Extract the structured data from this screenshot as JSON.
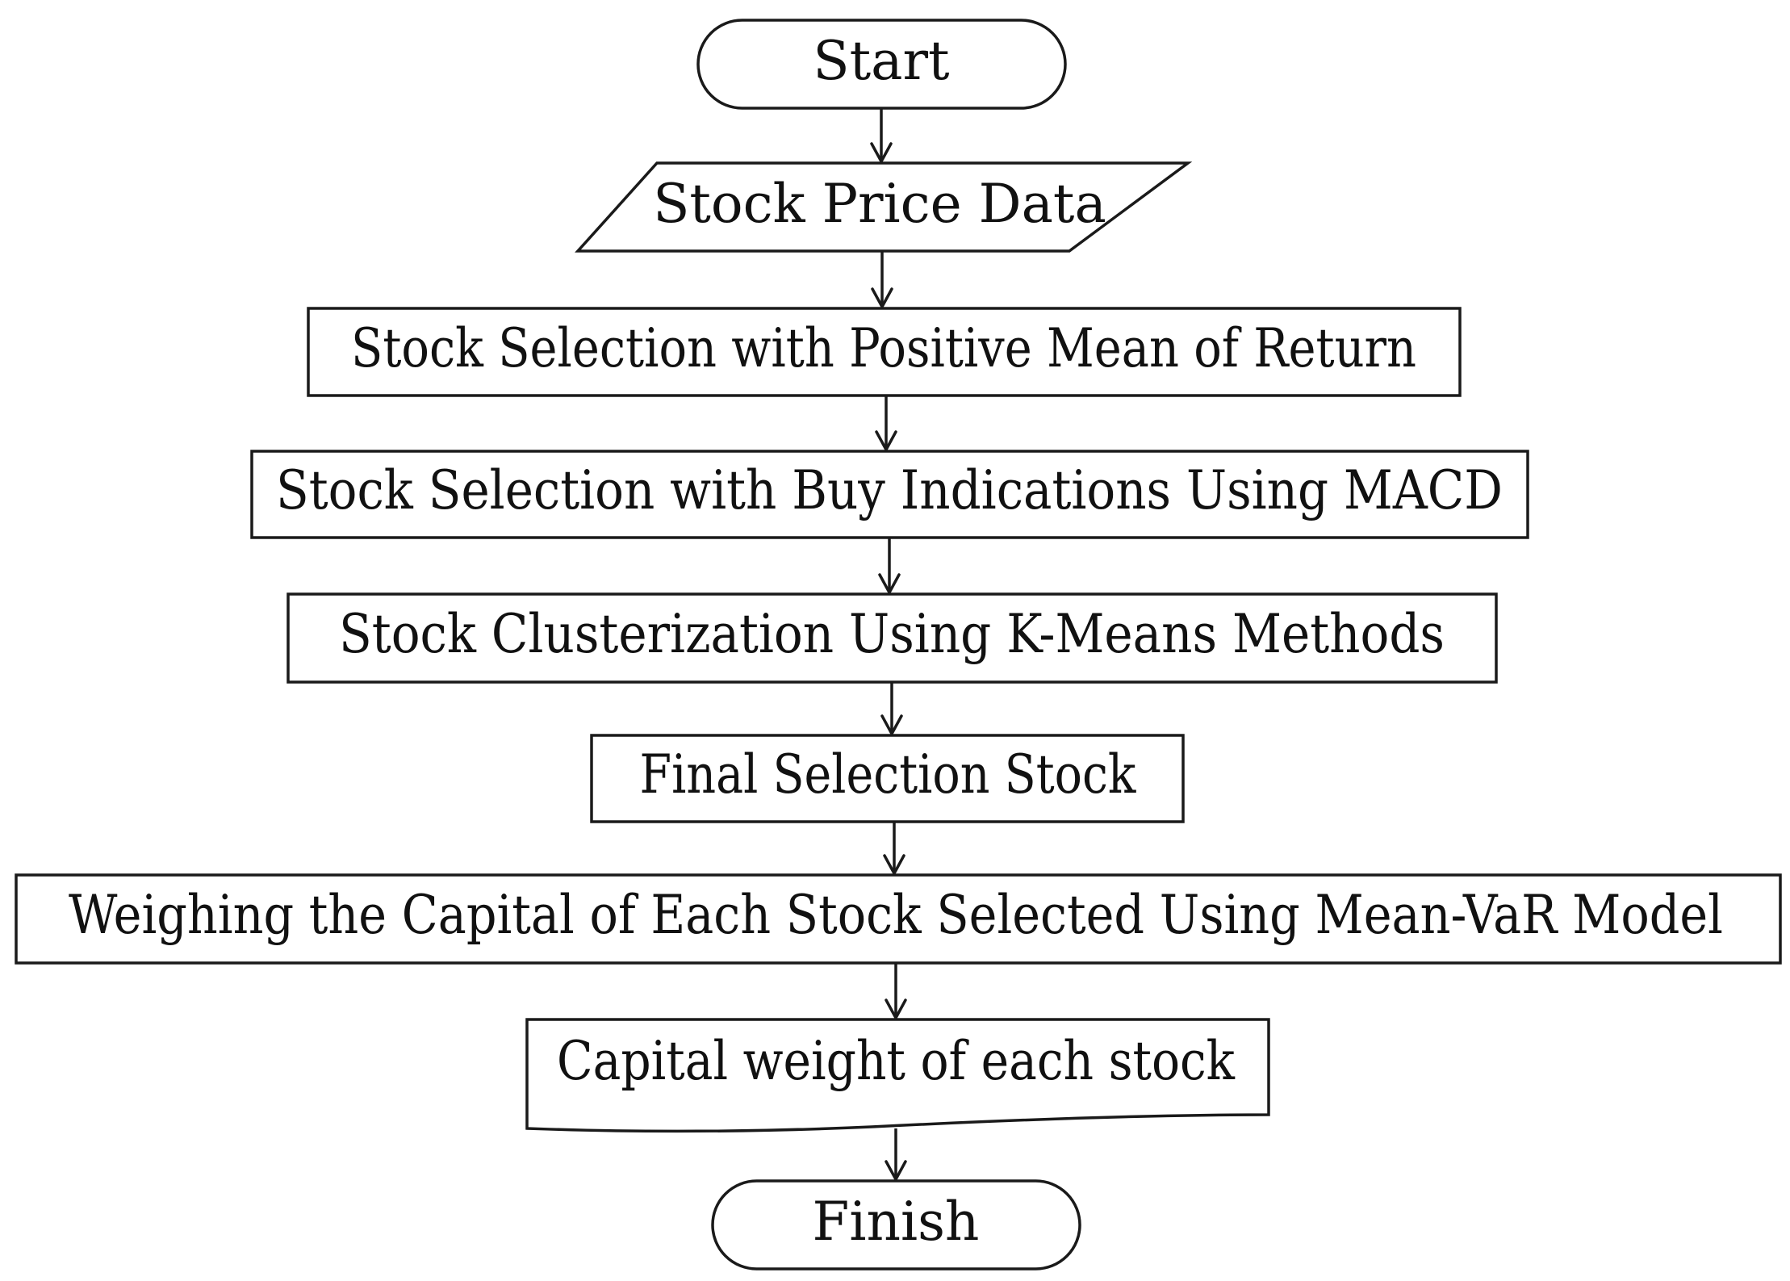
{
  "diagram": {
    "nodes": [
      {
        "id": "start",
        "shape": "terminator",
        "label": "Start"
      },
      {
        "id": "stock-price-data",
        "shape": "data",
        "label": "Stock Price Data"
      },
      {
        "id": "positive-mean",
        "shape": "process",
        "label": "Stock Selection with Positive Mean of Return"
      },
      {
        "id": "macd",
        "shape": "process",
        "label": "Stock Selection with Buy Indications Using MACD"
      },
      {
        "id": "kmeans",
        "shape": "process",
        "label": "Stock Clusterization Using K-Means Methods"
      },
      {
        "id": "final-selection",
        "shape": "process",
        "label": "Final Selection Stock"
      },
      {
        "id": "mean-var",
        "shape": "process",
        "label": "Weighing the Capital of Each Stock Selected Using Mean-VaR Model"
      },
      {
        "id": "capital-weight",
        "shape": "document",
        "label": "Capital weight of each stock"
      },
      {
        "id": "finish",
        "shape": "terminator",
        "label": "Finish"
      }
    ],
    "edges": [
      {
        "from": "start",
        "to": "stock-price-data"
      },
      {
        "from": "stock-price-data",
        "to": "positive-mean"
      },
      {
        "from": "positive-mean",
        "to": "macd"
      },
      {
        "from": "macd",
        "to": "kmeans"
      },
      {
        "from": "kmeans",
        "to": "final-selection"
      },
      {
        "from": "final-selection",
        "to": "mean-var"
      },
      {
        "from": "mean-var",
        "to": "capital-weight"
      },
      {
        "from": "capital-weight",
        "to": "finish"
      }
    ]
  }
}
